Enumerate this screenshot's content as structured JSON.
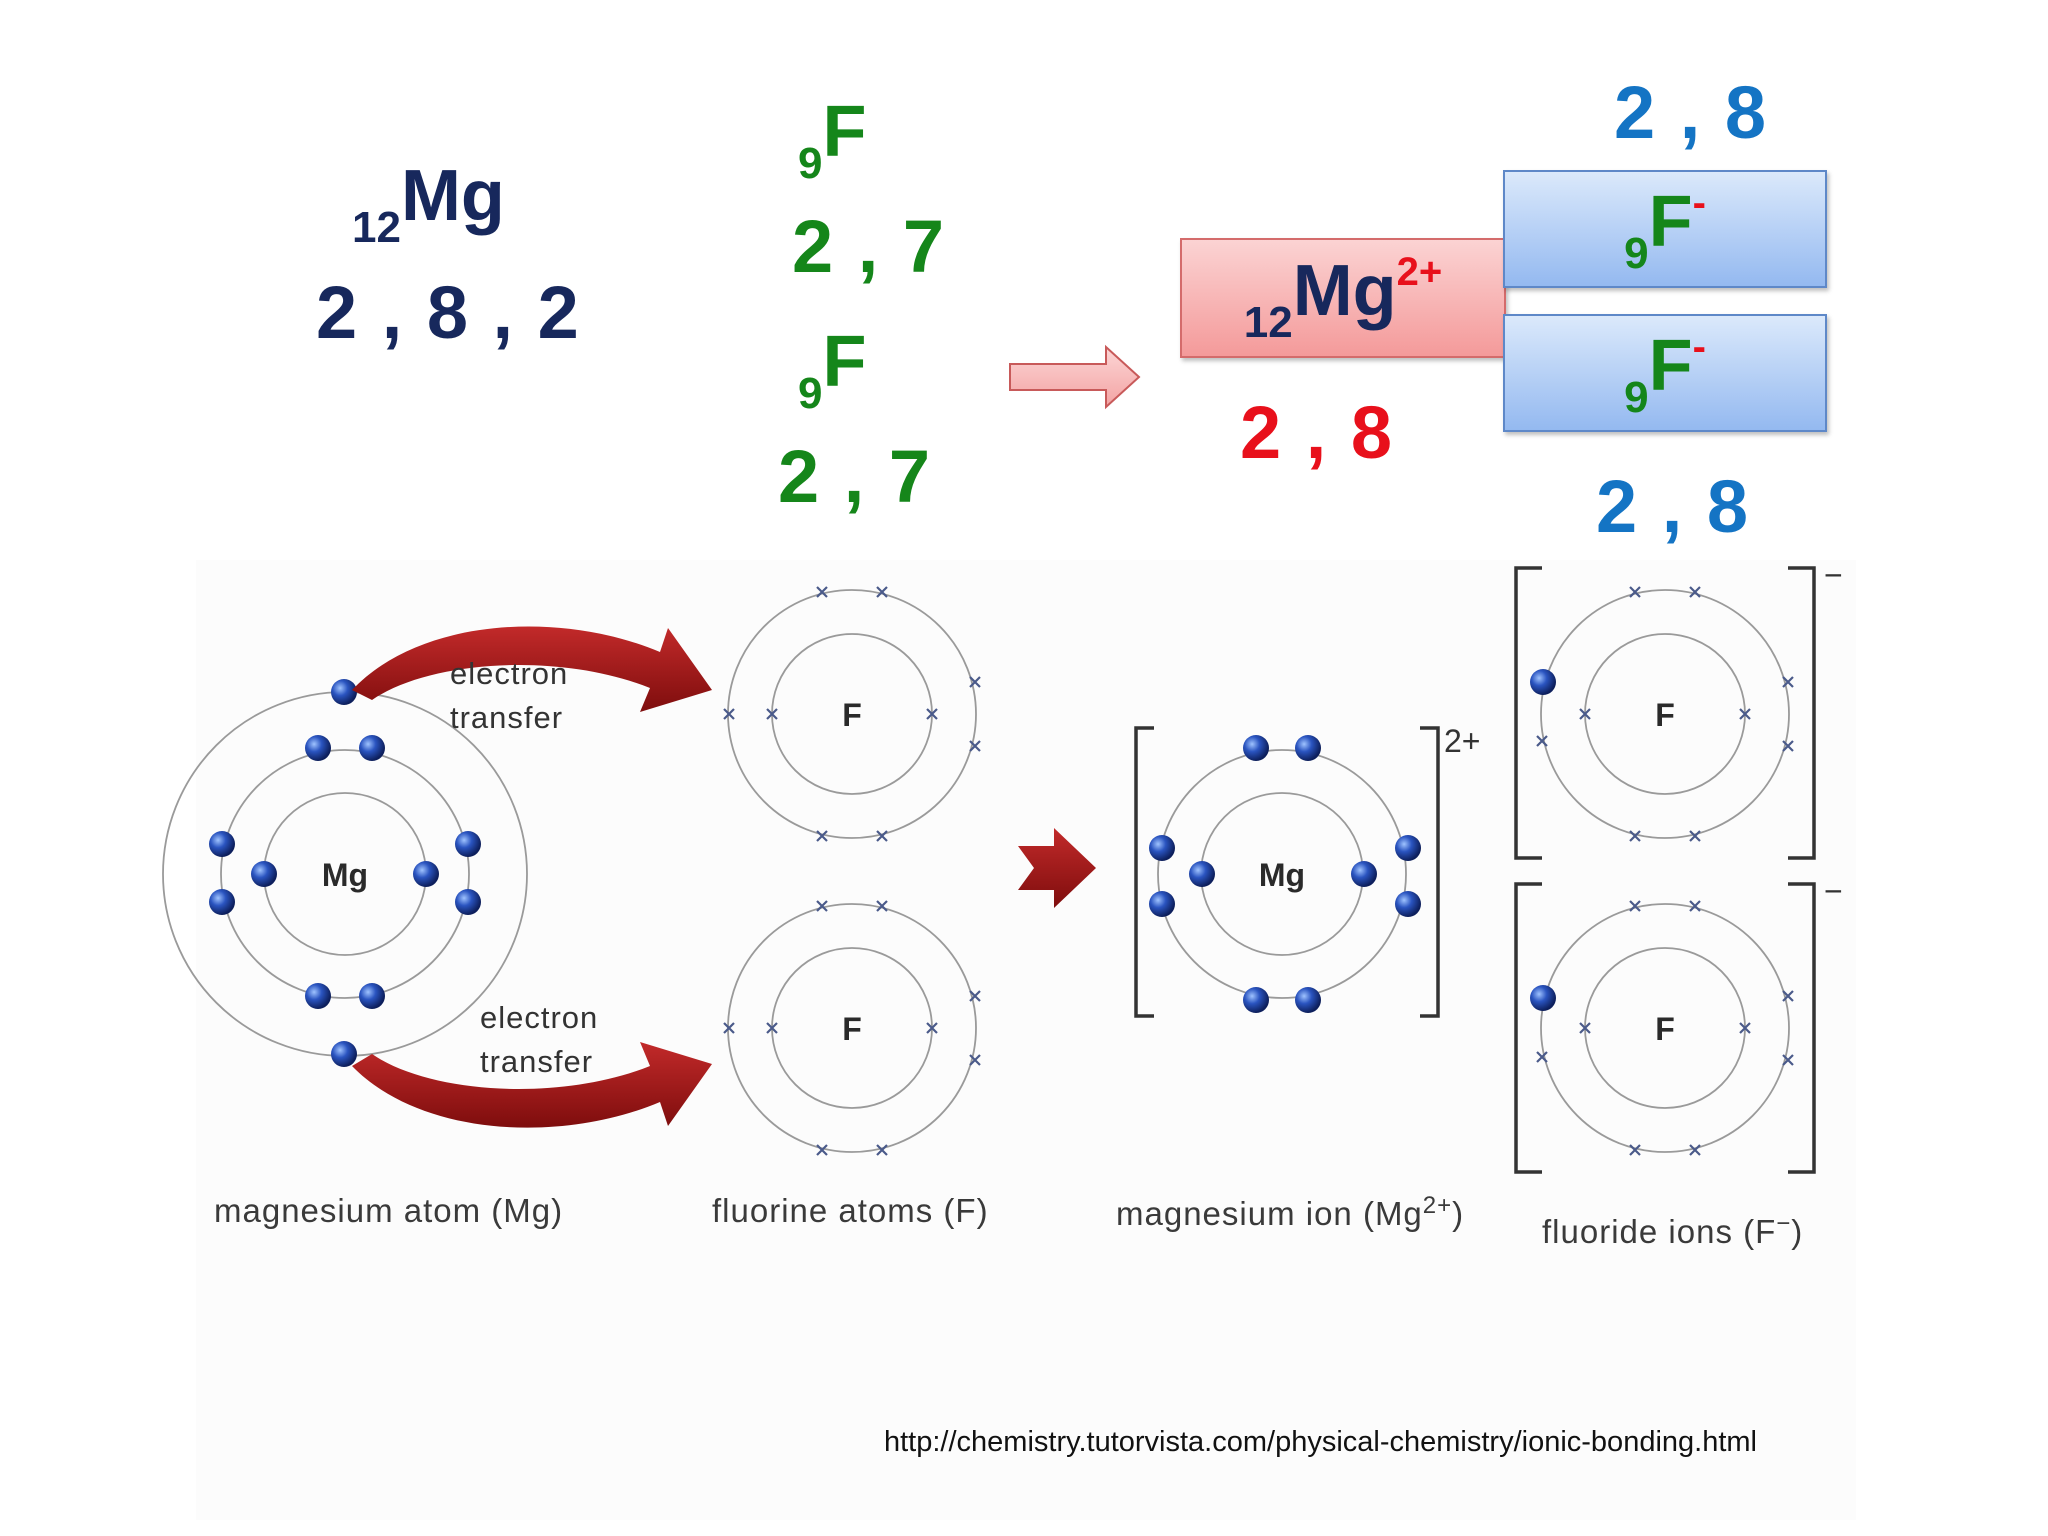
{
  "top": {
    "mg_atom": {
      "atomic_number": "12",
      "symbol": "Mg",
      "config": "2 , 8 , 2"
    },
    "f_atom_1": {
      "atomic_number": "9",
      "symbol": "F",
      "config": "2 , 7"
    },
    "f_atom_2": {
      "atomic_number": "9",
      "symbol": "F",
      "config": "2 , 7"
    },
    "mg_ion": {
      "atomic_number": "12",
      "symbol": "Mg",
      "charge": "2+",
      "config": "2 , 8"
    },
    "f_ion_1": {
      "atomic_number": "9",
      "symbol": "F",
      "charge": "-",
      "config": "2 , 8"
    },
    "f_ion_2": {
      "atomic_number": "9",
      "symbol": "F",
      "charge": "-",
      "config": "2 , 8"
    }
  },
  "diagram": {
    "mg_nucleus_label": "Mg",
    "f_nucleus_label": "F",
    "mg_ion_nucleus_label": "Mg",
    "transfer_label_1": [
      "electron",
      "transfer"
    ],
    "transfer_label_2": [
      "electron",
      "transfer"
    ],
    "mg_ion_charge": "2+",
    "f_ion_charge": "−",
    "captions": {
      "mg_atom": "magnesium atom (Mg)",
      "f_atoms": "fluorine atoms (F)",
      "mg_ion_prefix": "magnesium ion (Mg",
      "mg_ion_sup": "2+",
      "mg_ion_suffix": ")",
      "f_ions_prefix": "fluoride ions (F",
      "f_ions_sup": "−",
      "f_ions_suffix": ")"
    }
  },
  "colors": {
    "navy": "#17285c",
    "green": "#15861a",
    "red": "#e8101b",
    "blue": "#1474c4",
    "arrow_dark_red": "#a51616",
    "electron_blue": "#1d3f9c"
  },
  "source_url": "http://chemistry.tutorvista.com/physical-chemistry/ionic-bonding.html"
}
